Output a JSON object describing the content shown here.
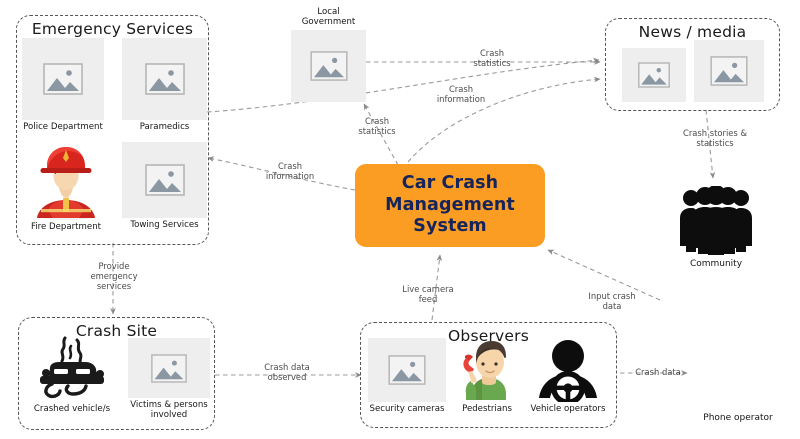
{
  "diagram": {
    "title": "Car Crash Management System context diagram",
    "center": {
      "line1": "Car Crash",
      "line2": "Management",
      "line3": "System",
      "color": "#fb9d23",
      "text_color": "#16245c"
    },
    "groups": [
      {
        "id": "emergency-services",
        "title": "Emergency Services",
        "nodes": [
          {
            "id": "police-department",
            "label": "Police Department",
            "icon": "broken-image-placeholder-icon"
          },
          {
            "id": "paramedics",
            "label": "Paramedics",
            "icon": "broken-image-placeholder-icon"
          },
          {
            "id": "fire-department",
            "label": "Fire Department",
            "icon": "firefighter-icon"
          },
          {
            "id": "towing-services",
            "label": "Towing Services",
            "icon": "broken-image-placeholder-icon"
          }
        ]
      },
      {
        "id": "news-media",
        "title": "News / media",
        "nodes": [
          {
            "id": "news-media-item-1",
            "label": "",
            "icon": "broken-image-placeholder-icon"
          },
          {
            "id": "news-media-item-2",
            "label": "",
            "icon": "broken-image-placeholder-icon"
          }
        ]
      },
      {
        "id": "crash-site",
        "title": "Crash Site",
        "nodes": [
          {
            "id": "crashed-vehicles",
            "label": "Crashed vehicle/s",
            "icon": "crashed-car-icon"
          },
          {
            "id": "victims-persons-involved",
            "label": "Victims & persons\ninvolved",
            "icon": "broken-image-placeholder-icon"
          }
        ]
      },
      {
        "id": "observers",
        "title": "Observers",
        "nodes": [
          {
            "id": "security-cameras",
            "label": "Security cameras",
            "icon": "broken-image-placeholder-icon"
          },
          {
            "id": "pedestrians",
            "label": "Pedestrians",
            "icon": "person-on-phone-icon"
          },
          {
            "id": "vehicle-operators",
            "label": "Vehicle operators",
            "icon": "driver-steering-wheel-icon"
          }
        ]
      }
    ],
    "standalone_nodes": [
      {
        "id": "local-government",
        "label": "Local Government",
        "icon": "broken-image-placeholder-icon",
        "label_position": "top"
      },
      {
        "id": "community",
        "label": "Community",
        "icon": "people-group-icon",
        "label_position": "bottom"
      },
      {
        "id": "phone-operator",
        "label": "Phone operator",
        "icon": "missing-icon",
        "label_position": "bottom"
      }
    ],
    "edge_labels": [
      {
        "id": "crash-statistics-to-news",
        "text": "Crash\nstatistics"
      },
      {
        "id": "crash-information-to-news",
        "text": "Crash\ninformation"
      },
      {
        "id": "crash-statistics-to-local-government",
        "text": "Crash\nstatistics"
      },
      {
        "id": "crash-information-to-emergency-services",
        "text": "Crash\ninformation"
      },
      {
        "id": "crash-stories-statistics-to-community",
        "text": "Crash stories &\nstatistics"
      },
      {
        "id": "provide-emergency-services",
        "text": "Provide\nemergency\nservices"
      },
      {
        "id": "crash-data-observed",
        "text": "Crash data\nobserved"
      },
      {
        "id": "live-camera-feed",
        "text": "Live camera\nfeed"
      },
      {
        "id": "input-crash-data",
        "text": "Input crash\ndata"
      },
      {
        "id": "crash-data-to-phone-operator",
        "text": "Crash data"
      }
    ]
  }
}
